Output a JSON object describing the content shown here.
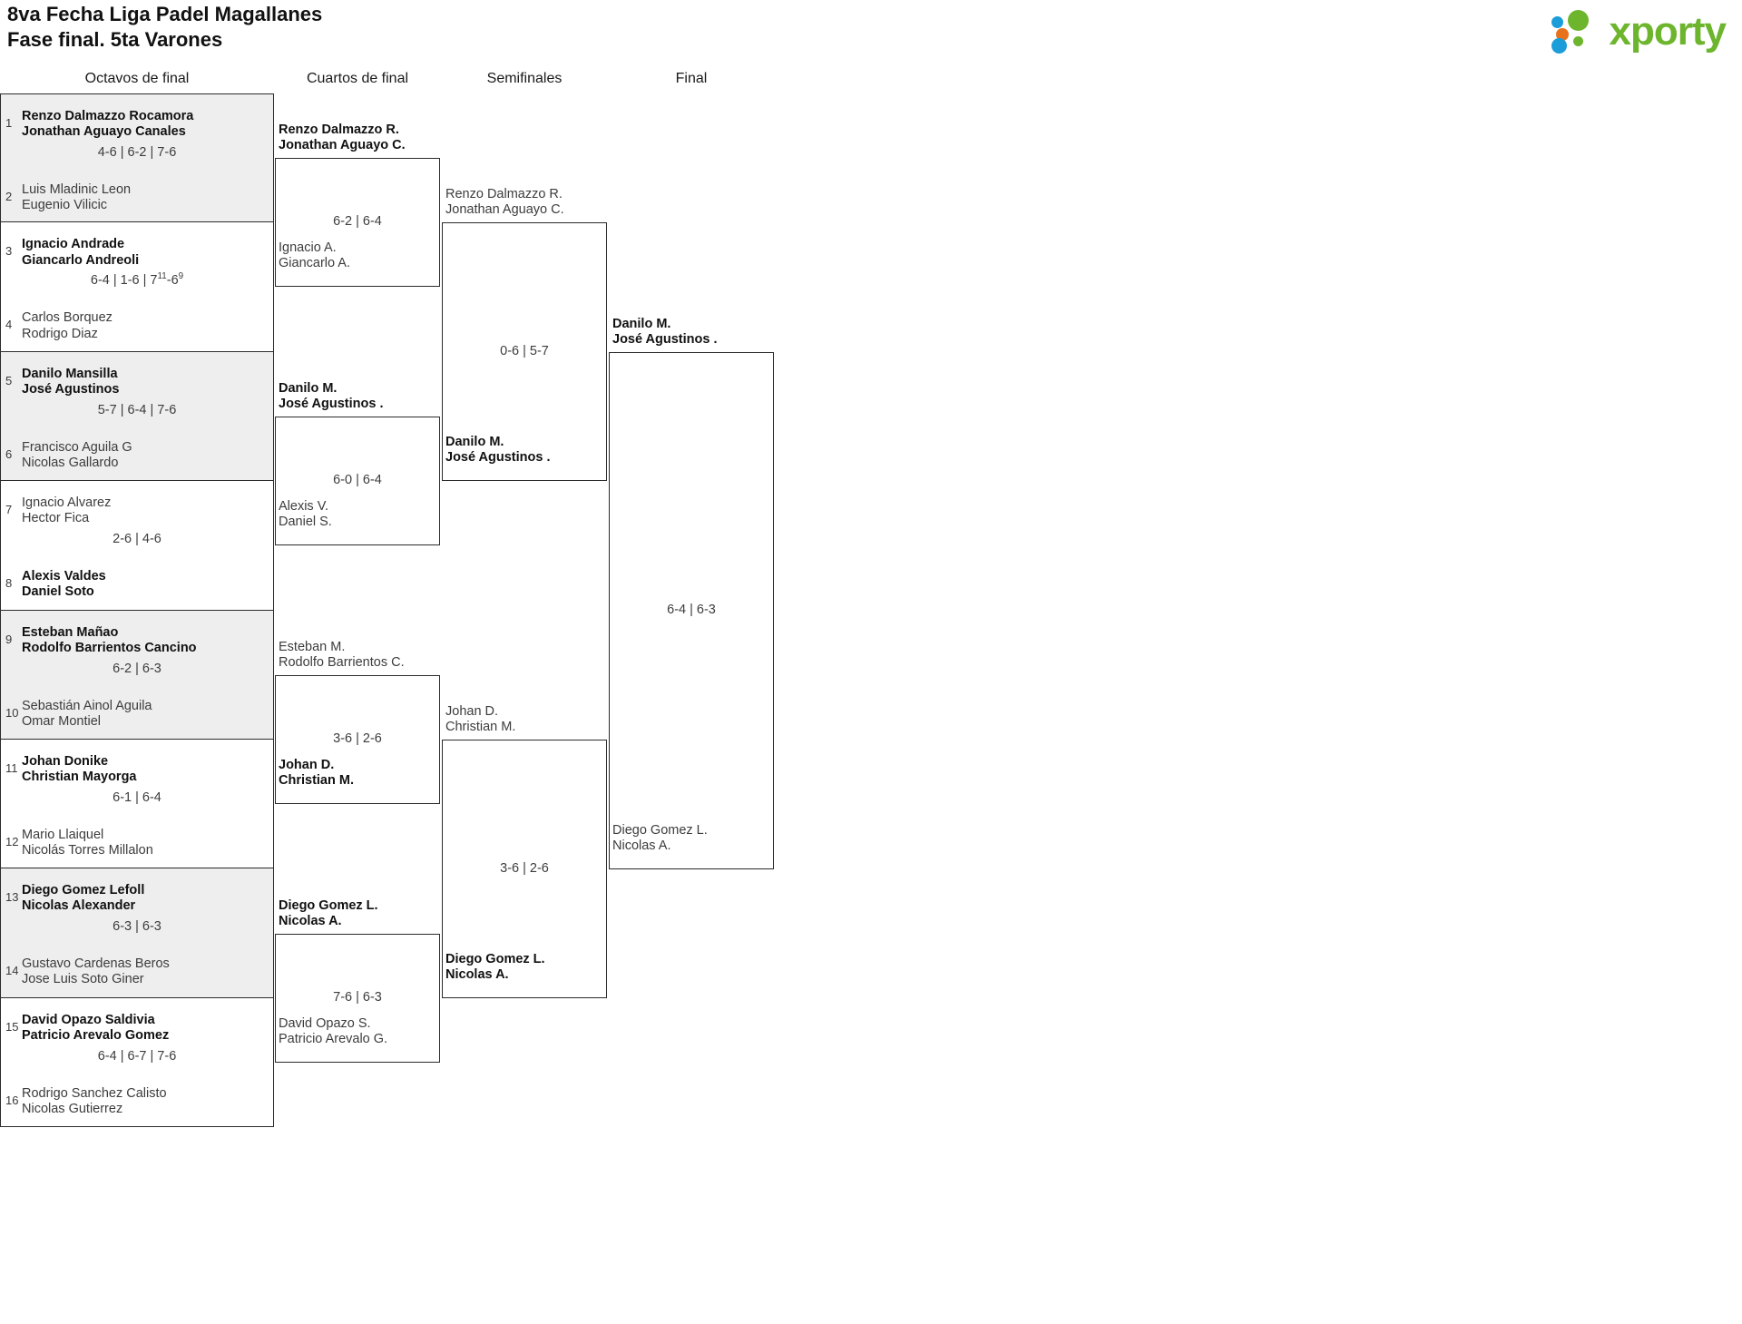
{
  "header": {
    "title_line1": "8va Fecha Liga Padel Magallanes",
    "title_line2": "Fase final. 5ta Varones",
    "logo_text": "xporty",
    "logo_colors": {
      "green": "#6cb52d",
      "orange": "#e8721c",
      "blue": "#1b9dd9"
    }
  },
  "rounds": [
    {
      "label": "Octavos de final"
    },
    {
      "label": "Cuartos de final"
    },
    {
      "label": "Semifinales"
    },
    {
      "label": "Final"
    }
  ],
  "round1": [
    {
      "seed_top": "1",
      "seed_bot": "2",
      "top1": "Renzo Dalmazzo Rocamora",
      "top2": "Jonathan Aguayo Canales",
      "bot1": "Luis Mladinic Leon",
      "bot2": "Eugenio Vilicic",
      "score": "4-6 | 6-2 | 7-6",
      "winner": "top"
    },
    {
      "seed_top": "3",
      "seed_bot": "4",
      "top1": "Ignacio Andrade",
      "top2": "Giancarlo Andreoli",
      "bot1": "Carlos Borquez",
      "bot2": "Rodrigo Diaz",
      "score": "6-4 | 1-6 | 7<sup>11</sup>-6<sup>9</sup>",
      "winner": "top"
    },
    {
      "seed_top": "5",
      "seed_bot": "6",
      "top1": "Danilo Mansilla",
      "top2": "José Agustinos",
      "bot1": "Francisco Aguila G",
      "bot2": "Nicolas Gallardo",
      "score": "5-7 | 6-4 | 7-6",
      "winner": "top"
    },
    {
      "seed_top": "7",
      "seed_bot": "8",
      "top1": "Ignacio Alvarez",
      "top2": "Hector Fica",
      "bot1": "Alexis Valdes",
      "bot2": "Daniel Soto",
      "score": "2-6 | 4-6",
      "winner": "bot"
    },
    {
      "seed_top": "9",
      "seed_bot": "10",
      "top1": "Esteban Mañao",
      "top2": "Rodolfo Barrientos Cancino",
      "bot1": "Sebastián Ainol Aguila",
      "bot2": "Omar Montiel",
      "score": "6-2 | 6-3",
      "winner": "top"
    },
    {
      "seed_top": "11",
      "seed_bot": "12",
      "top1": "Johan Donike",
      "top2": "Christian Mayorga",
      "bot1": "Mario Llaiquel",
      "bot2": "Nicolás Torres Millalon",
      "score": "6-1 | 6-4",
      "winner": "top"
    },
    {
      "seed_top": "13",
      "seed_bot": "14",
      "top1": "Diego Gomez Lefoll",
      "top2": "Nicolas Alexander",
      "bot1": "Gustavo Cardenas Beros",
      "bot2": "Jose Luis Soto Giner",
      "score": "6-3 | 6-3",
      "winner": "top"
    },
    {
      "seed_top": "15",
      "seed_bot": "16",
      "top1": "David Opazo Saldivia",
      "top2": "Patricio Arevalo Gomez",
      "bot1": "Rodrigo Sanchez Calisto",
      "bot2": "Nicolas Gutierrez",
      "score": "6-4 | 6-7 | 7-6",
      "winner": "top"
    }
  ],
  "round2": [
    {
      "top1": "Renzo Dalmazzo R.",
      "top2": "Jonathan Aguayo C.",
      "bot1": "Ignacio A.",
      "bot2": "Giancarlo A.",
      "score": "6-2 | 6-4",
      "winner": "top"
    },
    {
      "top1": "Danilo M.",
      "top2": "José Agustinos .",
      "bot1": "Alexis V.",
      "bot2": "Daniel S.",
      "score": "6-0 | 6-4",
      "winner": "top"
    },
    {
      "top1": "Esteban M.",
      "top2": "Rodolfo Barrientos C.",
      "bot1": "Johan D.",
      "bot2": "Christian M.",
      "score": "3-6 | 2-6",
      "winner": "bot"
    },
    {
      "top1": "Diego Gomez L.",
      "top2": "Nicolas A.",
      "bot1": "David Opazo S.",
      "bot2": "Patricio Arevalo G.",
      "score": "7-6 | 6-3",
      "winner": "top"
    }
  ],
  "round3": [
    {
      "top1": "Renzo Dalmazzo R.",
      "top2": "Jonathan Aguayo C.",
      "bot1": "Danilo M.",
      "bot2": "José Agustinos .",
      "score": "0-6 | 5-7",
      "winner": "bot"
    },
    {
      "top1": "Johan D.",
      "top2": "Christian M.",
      "bot1": "Diego Gomez L.",
      "bot2": "Nicolas A.",
      "score": "3-6 | 2-6",
      "winner": "bot"
    }
  ],
  "round4": [
    {
      "top1": "Danilo M.",
      "top2": "José Agustinos .",
      "bot1": "Diego Gomez L.",
      "bot2": "Nicolas A.",
      "score": "6-4 | 6-3",
      "winner": "top"
    }
  ]
}
